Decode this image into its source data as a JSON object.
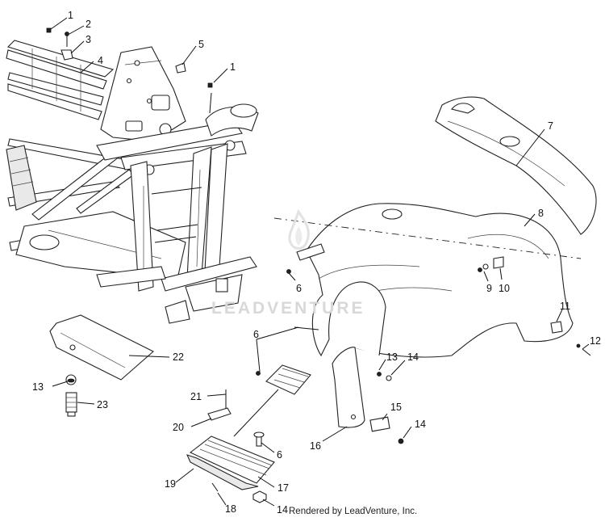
{
  "watermark": "LEADVENTURE",
  "footer": "Rendered by LeadVenture, Inc.",
  "callouts": [
    "1",
    "2",
    "3",
    "4",
    "5",
    "1",
    "6",
    "7",
    "8",
    "9",
    "10",
    "11",
    "12",
    "6",
    "13",
    "14",
    "15",
    "14",
    "16",
    "22",
    "13",
    "23",
    "21",
    "20",
    "6",
    "19",
    "17",
    "18",
    "14"
  ]
}
